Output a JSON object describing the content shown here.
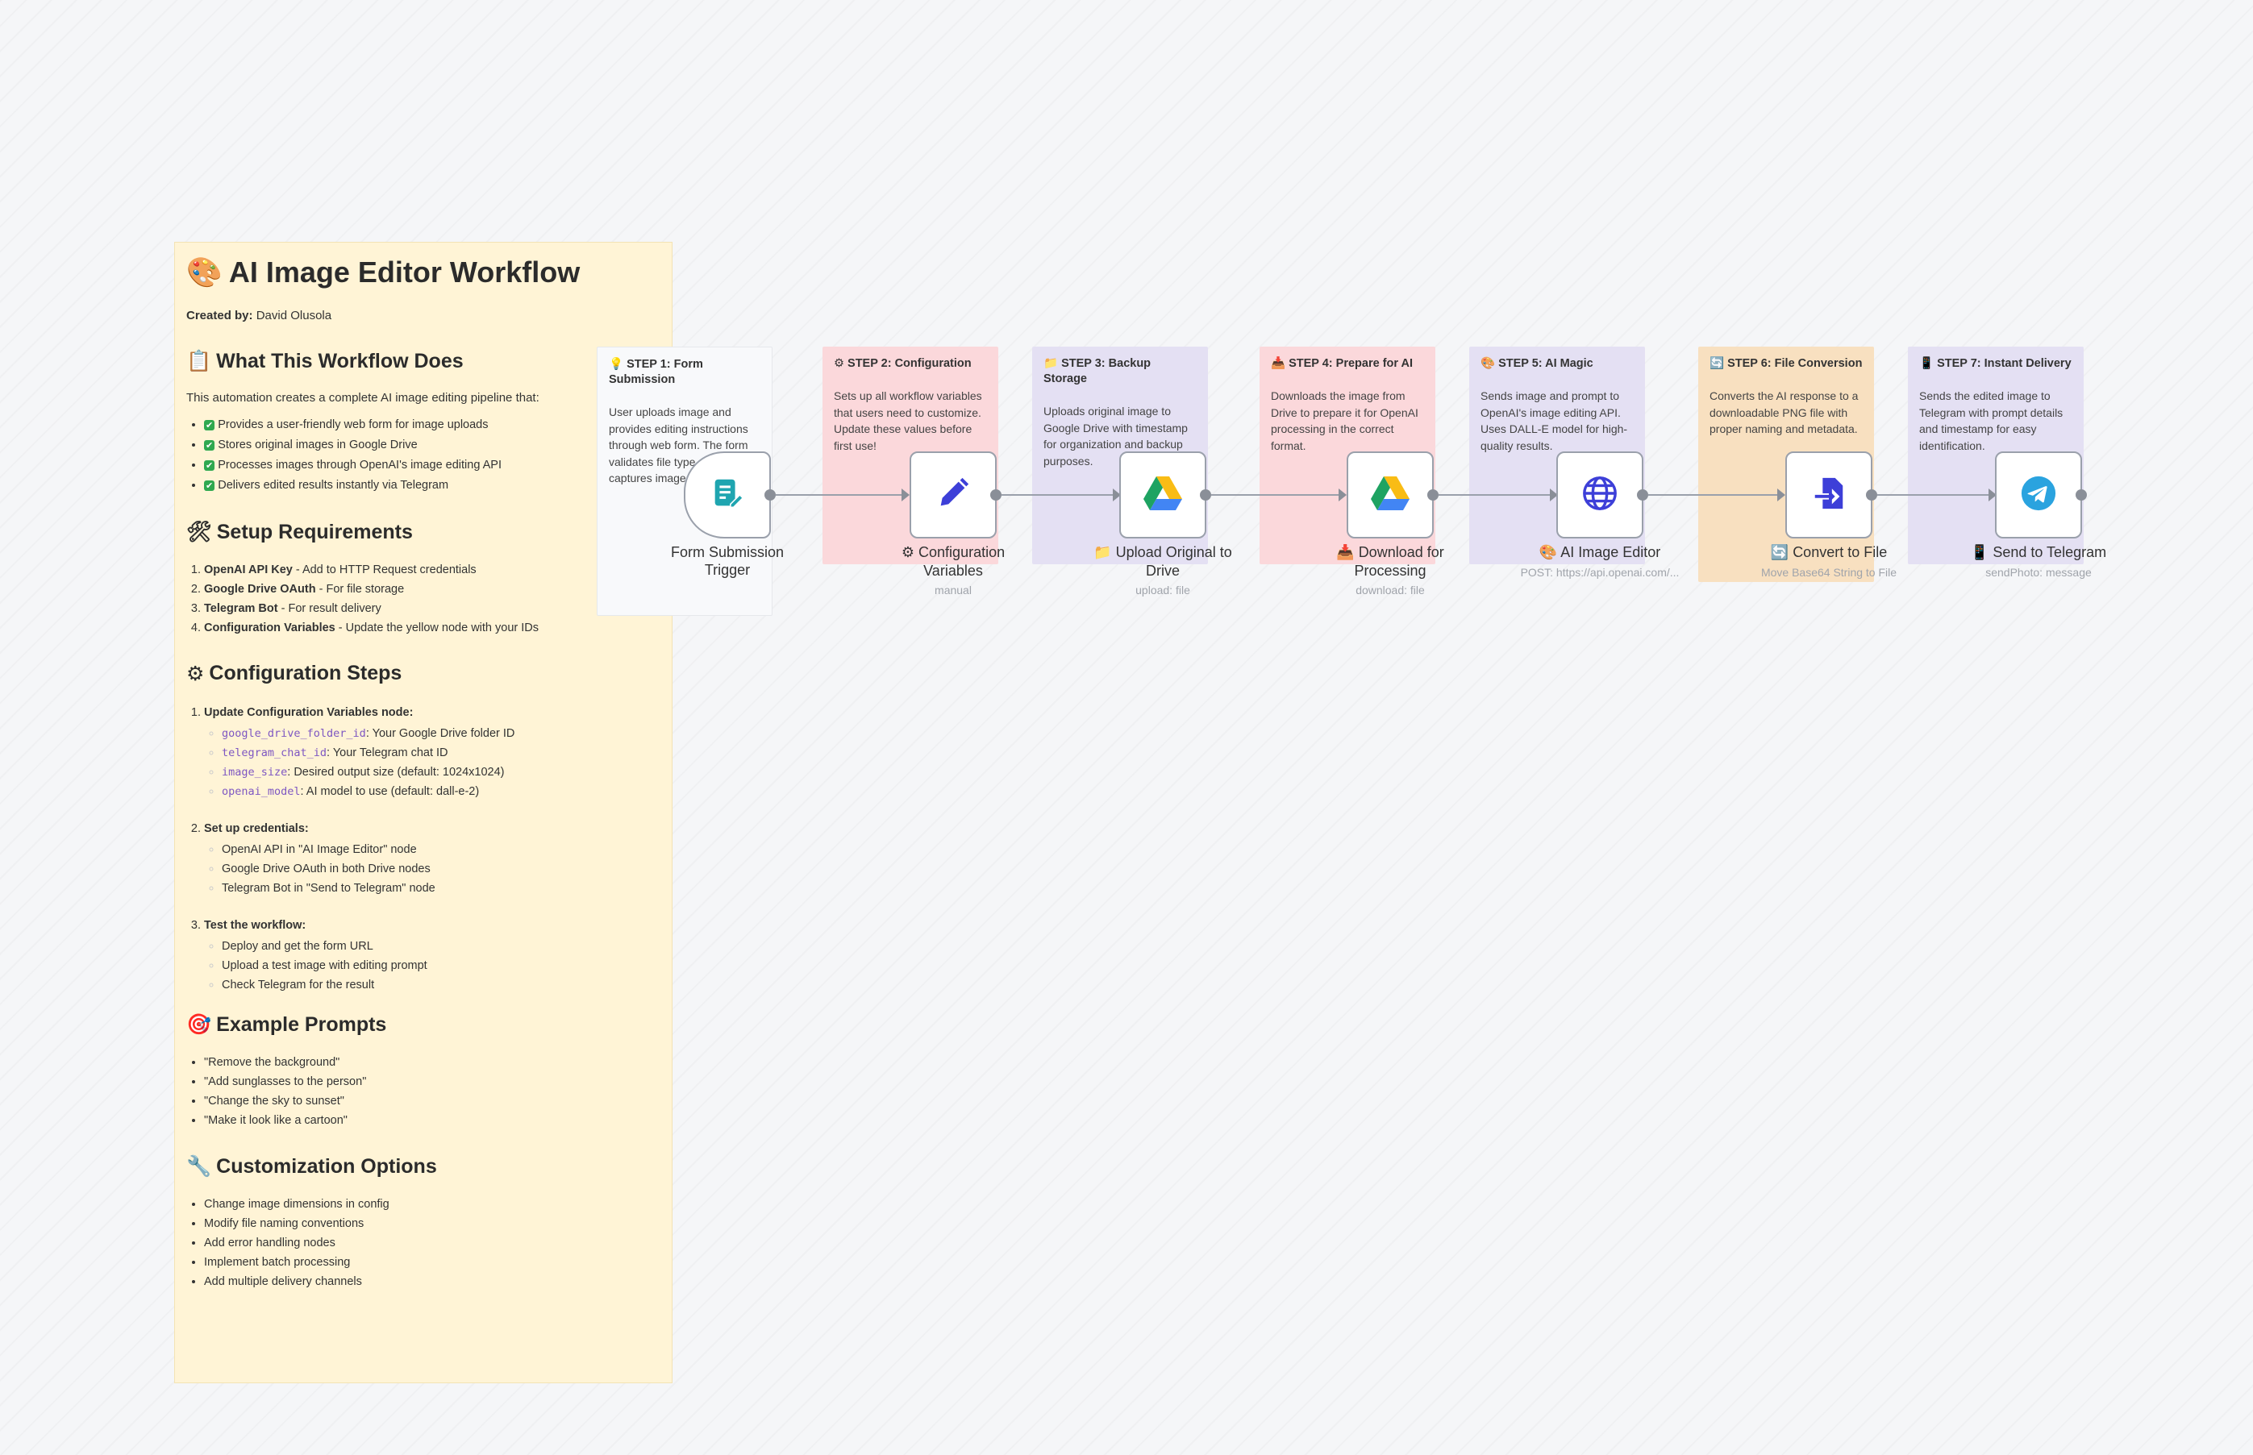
{
  "main_note": {
    "title": "AI Image Editor Workflow",
    "title_icon": "palette-icon",
    "created_label": "Created by:",
    "created_by": "David Olusola",
    "what_title": "What This Workflow Does",
    "what_intro": "This automation creates a complete AI image editing pipeline that:",
    "what_items": [
      "Provides a user-friendly web form for image uploads",
      "Stores original images in Google Drive",
      "Processes images through OpenAI's image editing API",
      "Delivers edited results instantly via Telegram"
    ],
    "setup_title": "Setup Requirements",
    "setup_items": [
      {
        "bold": "OpenAI API Key",
        "rest": " - Add to HTTP Request credentials"
      },
      {
        "bold": "Google Drive OAuth",
        "rest": " - For file storage"
      },
      {
        "bold": "Telegram Bot",
        "rest": " - For result delivery"
      },
      {
        "bold": "Configuration Variables",
        "rest": " - Update the yellow node with your IDs"
      }
    ],
    "config_title": "Configuration Steps",
    "config_step1": "Update Configuration Variables node:",
    "config_vars": [
      {
        "code": "google_drive_folder_id",
        "rest": ": Your Google Drive folder ID"
      },
      {
        "code": "telegram_chat_id",
        "rest": ": Your Telegram chat ID"
      },
      {
        "code": "image_size",
        "rest": ": Desired output size (default: 1024x1024)"
      },
      {
        "code": "openai_model",
        "rest": ": AI model to use (default: dall-e-2)"
      }
    ],
    "config_step2": "Set up credentials:",
    "config_creds": [
      "OpenAI API in \"AI Image Editor\" node",
      "Google Drive OAuth in both Drive nodes",
      "Telegram Bot in \"Send to Telegram\" node"
    ],
    "config_step3": "Test the workflow:",
    "config_tests": [
      "Deploy and get the form URL",
      "Upload a test image with editing prompt",
      "Check Telegram for the result"
    ],
    "prompts_title": "Example Prompts",
    "prompts": [
      "\"Remove the background\"",
      "\"Add sunglasses to the person\"",
      "\"Change the sky to sunset\"",
      "\"Make it look like a cartoon\""
    ],
    "custom_title": "Customization Options",
    "custom_items": [
      "Change image dimensions in config",
      "Modify file naming conventions",
      "Add error handling nodes",
      "Implement batch processing",
      "Add multiple delivery channels"
    ]
  },
  "steps": [
    {
      "title": "STEP 1: Form Submission",
      "body": "User uploads image and provides editing instructions through web form. The form validates file type and captures image and prompt.",
      "color": "#f8f9fb"
    },
    {
      "title": "STEP 2: Configuration",
      "body": "Sets up all workflow variables that users need to customize. Update these values before first use!",
      "color": "#fbd8db"
    },
    {
      "title": "STEP 3: Backup Storage",
      "body": "Uploads original image to Google Drive with timestamp for organization and backup purposes.",
      "color": "#e4e0f3"
    },
    {
      "title": "STEP 4: Prepare for AI",
      "body": "Downloads the image from Drive to prepare it for OpenAI processing in the correct format.",
      "color": "#fbd8db"
    },
    {
      "title": "STEP 5: AI Magic",
      "body": "Sends image and prompt to OpenAI's image editing API. Uses DALL-E model for high-quality results.",
      "color": "#e4e0f3"
    },
    {
      "title": "STEP 6: File Conversion",
      "body": "Converts the AI response to a downloadable PNG file with proper naming and metadata.",
      "color": "#f8e0c0"
    },
    {
      "title": "STEP 7: Instant Delivery",
      "body": "Sends the edited image to Telegram with prompt details and timestamp for easy identification.",
      "color": "#e4e0f3"
    }
  ],
  "nodes": [
    {
      "label": "Form Submission Trigger",
      "sub": "",
      "icon": "form-icon"
    },
    {
      "label": "Configuration Variables",
      "sub": "manual",
      "icon": "pencil-icon"
    },
    {
      "label": "Upload Original to Drive",
      "sub": "upload: file",
      "icon": "google-drive-icon"
    },
    {
      "label": "Download for Processing",
      "sub": "download: file",
      "icon": "google-drive-icon"
    },
    {
      "label": "AI Image Editor",
      "sub": "POST: https://api.openai.com/...",
      "icon": "globe-icon"
    },
    {
      "label": "Convert to File",
      "sub": "Move Base64 String to File",
      "icon": "convert-file-icon"
    },
    {
      "label": "Send to Telegram",
      "sub": "sendPhoto: message",
      "icon": "telegram-icon"
    }
  ],
  "colors": {
    "note_bg": "#fff4d6",
    "accent_purple": "#3d3fd8",
    "telegram_blue": "#2aa3df",
    "form_teal": "#1fa5b0"
  }
}
